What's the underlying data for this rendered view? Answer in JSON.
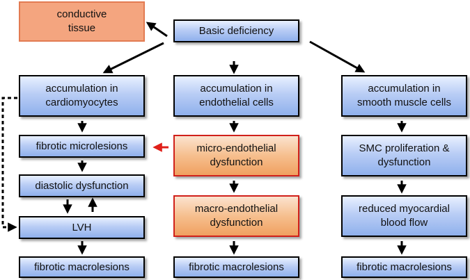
{
  "boxes": {
    "conductive_tissue": "conductive\ntissue",
    "basic_deficiency": "Basic deficiency",
    "accum_cardio": "accumulation in\ncardiomyocytes",
    "accum_endo": "accumulation in\nendothelial cells",
    "accum_smooth": "accumulation in\nsmooth muscle cells",
    "fibrotic_micro": "fibrotic microlesions",
    "micro_endo": "micro-endothelial\ndysfunction",
    "smc_prolif": "SMC proliferation &\ndysfunction",
    "diastolic": "diastolic dysfunction",
    "macro_endo": "macro-endothelial\ndysfunction",
    "reduced_flow": "reduced myocardial\nblood flow",
    "lvh": "LVH",
    "fibrotic_macro_left": "fibrotic macrolesions",
    "fibrotic_macro_center": "fibrotic macrolesions",
    "fibrotic_macro_right": "fibrotic macrolesions"
  },
  "colors": {
    "blue_box": "#8fb0ec",
    "orange_box": "#f0a060",
    "orange_border": "#d0201a",
    "peach_box": "#f4a57f",
    "red_arrow": "#e0201a"
  }
}
